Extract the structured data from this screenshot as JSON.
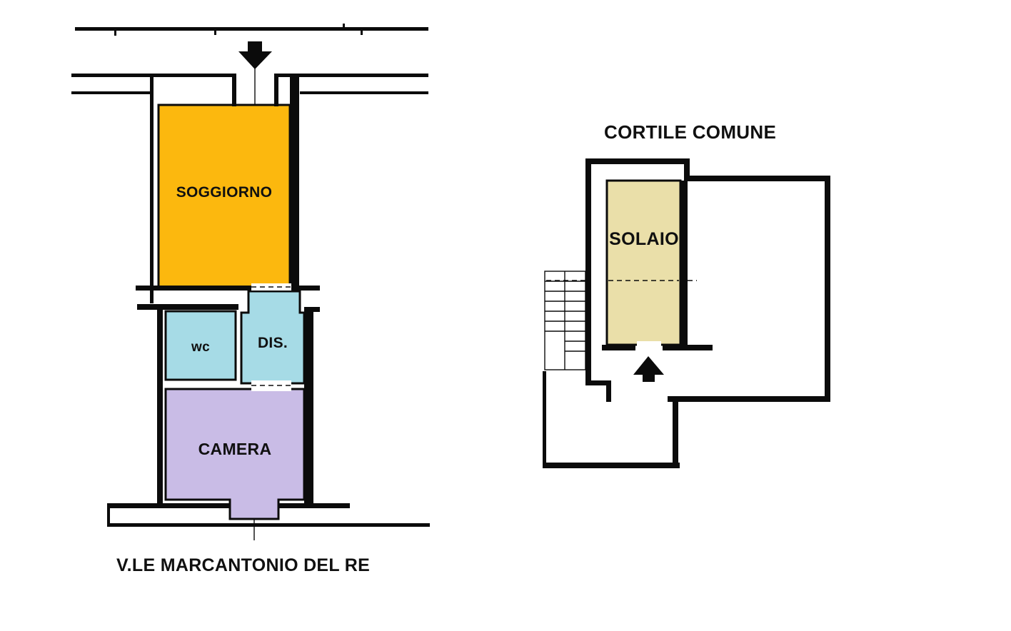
{
  "page": {
    "background": "#ffffff",
    "wall_color": "#0b0b0b",
    "text_color": "#101010"
  },
  "apartment_plan": {
    "street_label": "V.LE MARCANTONIO DEL RE",
    "entrance_icon": "arrow-down-icon",
    "rooms": {
      "soggiorno": {
        "label": "SOGGIORNO",
        "color": "#FCB80E"
      },
      "wc": {
        "label": "wc",
        "color": "#A6DBE6"
      },
      "dis": {
        "label": "DIS.",
        "color": "#A6DBE6"
      },
      "camera": {
        "label": "CAMERA",
        "color": "#C9BCE6"
      }
    }
  },
  "courtyard_plan": {
    "title": "CORTILE COMUNE",
    "entrance_icon": "arrow-up-icon",
    "rooms": {
      "solaio": {
        "label": "SOLAIO",
        "color": "#EADFA9"
      }
    }
  }
}
